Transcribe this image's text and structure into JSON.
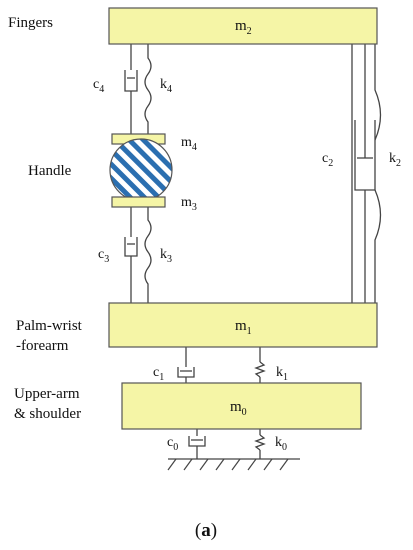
{
  "colors": {
    "mass_fill": "#f5f5a6",
    "mass_stroke": "#555555",
    "handle_stripe": "#2b6fb0",
    "line": "#444444"
  },
  "body_labels": {
    "fingers": "Fingers",
    "handle": "Handle",
    "palm_line1": "Palm-wrist",
    "palm_line2": "-forearm",
    "upper_line1": "Upper-arm",
    "upper_line2": "& shoulder"
  },
  "masses": {
    "m2": {
      "base": "m",
      "sub": "2"
    },
    "m4": {
      "base": "m",
      "sub": "4"
    },
    "m3": {
      "base": "m",
      "sub": "3"
    },
    "m1": {
      "base": "m",
      "sub": "1"
    },
    "m0": {
      "base": "m",
      "sub": "0"
    }
  },
  "elements": {
    "c4": {
      "base": "c",
      "sub": "4"
    },
    "k4": {
      "base": "k",
      "sub": "4"
    },
    "c3": {
      "base": "c",
      "sub": "3"
    },
    "k3": {
      "base": "k",
      "sub": "3"
    },
    "c2": {
      "base": "c",
      "sub": "2"
    },
    "k2": {
      "base": "k",
      "sub": "2"
    },
    "c1": {
      "base": "c",
      "sub": "1"
    },
    "k1": {
      "base": "k",
      "sub": "1"
    },
    "c0": {
      "base": "c",
      "sub": "0"
    },
    "k0": {
      "base": "k",
      "sub": "0"
    }
  },
  "caption": {
    "open": "(",
    "letter": "a",
    "close": ")"
  }
}
